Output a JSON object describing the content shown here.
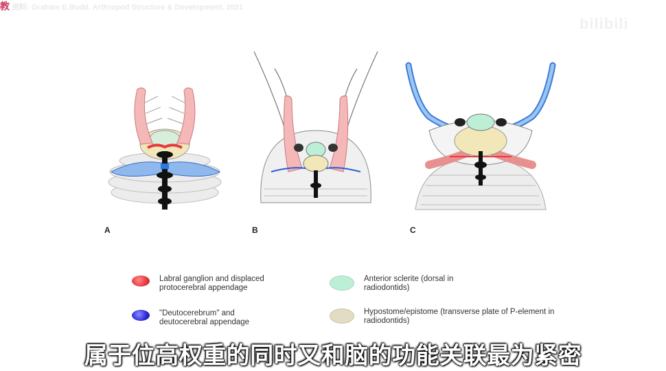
{
  "source": {
    "tag": "教",
    "text": "资料: Graham E.Budd. Arthropod Structure & Development. 2021"
  },
  "watermark": "bilibili",
  "panels": [
    {
      "label": "A"
    },
    {
      "label": "B"
    },
    {
      "label": "C"
    }
  ],
  "legend": [
    {
      "label": "Labral ganglion and displaced\nprotocerebral appendage",
      "color": "#e8383d"
    },
    {
      "label": "\"Deutocerebrum\" and\ndeutocerebral appendage",
      "color": "#2a2ad8"
    },
    {
      "label": "Anterior sclerite (dorsal in\nradiodontids)",
      "color": "#bdeed6"
    },
    {
      "label": "Hypostome/epistome (transverse plate of P-element in\nradiodontids)",
      "color": "#e2dcc4"
    }
  ],
  "colors": {
    "appendage_pink": "#f4b8b8",
    "deuto_blue": "#8fb9ec",
    "ganglion_black": "#111111",
    "sclerite_green": "#bdeed6",
    "hypostome_beige": "#f1e7b8",
    "limb_grey": "#d9d9d9"
  },
  "subtitle": "属于位高权重的同时又和脑的功能关联最为紧密"
}
